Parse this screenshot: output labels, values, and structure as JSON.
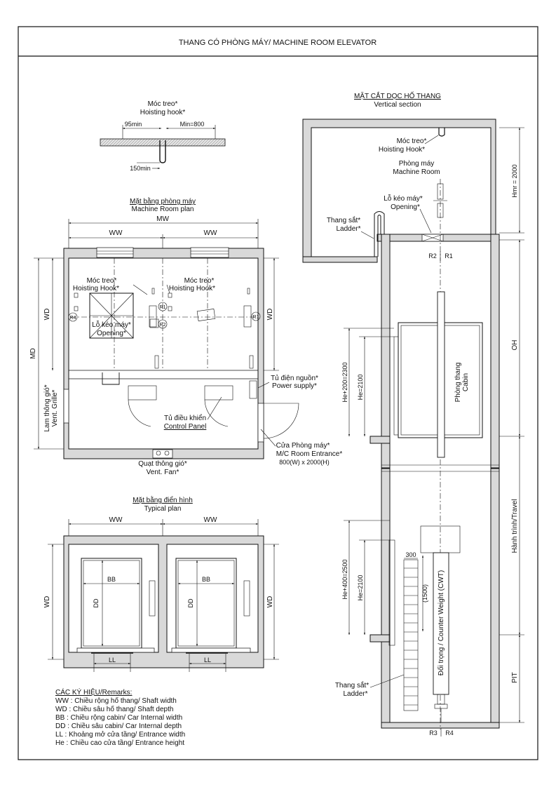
{
  "title": "THANG CÓ PHÒNG MÁY/  MACHINE ROOM ELEVATOR",
  "hook_detail": {
    "label_vi": "Móc treo*",
    "label_en": "Hoisting hook*",
    "dim_left": "95min",
    "dim_right": "Min=800",
    "dim_bottom": "150min"
  },
  "machine_room_plan": {
    "title_vi": "Mặt bằng phòng máy",
    "title_en": "Machine Room plan",
    "dim_mw": "MW",
    "dim_ww_left": "WW",
    "dim_ww_right": "WW",
    "dim_md": "MD",
    "dim_wd_left": "WD",
    "dim_wd_right": "WD",
    "hook_left_vi": "Móc treo*",
    "hook_left_en": "Hoisting Hook*",
    "hook_right_vi": "Móc treo*",
    "hook_right_en": "Hoisting Hook*",
    "opening_vi": "Lỗ kéo máy*",
    "opening_en": "Opening*",
    "r1a": "R1",
    "r2": "R2",
    "r4": "R4",
    "r1b": "R1",
    "power_vi": "Tủ điện nguồn*",
    "power_en": "Power supply*",
    "control_vi": "Tủ điều khiển",
    "control_en": "Control Panel",
    "vent_grille_vi": "Lam thông gió*",
    "vent_grille_en": "Vent. Grille*",
    "vent_fan_vi": "Quạt thông gió*",
    "vent_fan_en": "Vent. Fan*",
    "door_vi": "Cửa Phòng máy*",
    "door_en": "M/C Room Entrance*",
    "door_size": "800(W) x 2000(H)"
  },
  "typical_plan": {
    "title_vi": "Mặt bằng điển hình",
    "title_en": "Typical plan",
    "dim_ww_left": "WW",
    "dim_ww_right": "WW",
    "dim_wd_left": "WD",
    "dim_wd_right": "WD",
    "bb_left": "BB",
    "bb_right": "BB",
    "dd_left": "DD",
    "dd_right": "DD",
    "ll_left": "LL",
    "ll_right": "LL"
  },
  "remarks": {
    "heading": "CÁC KÝ HIỆU/Remarks:",
    "items": [
      "WW : Chiều rộng hố thang/ Shaft width",
      "WD : Chiều sâu hố thang/ Shaft depth",
      "BB  : Chiều rộng cabin/ Car Internal width",
      "DD  : Chiều sâu cabin/ Car Internal depth",
      "LL   : Khoảng mở cửa tầng/ Entrance width",
      "He   : Chiều cao cửa tầng/ Entrance height"
    ]
  },
  "vertical_section": {
    "title_vi": "MẶT CẮT DỌC HỐ THANG",
    "title_en": "Vertical section",
    "hook_vi": "Móc treo*",
    "hook_en": "Hoisting Hook*",
    "room_vi": "Phòng máy",
    "room_en": "Machine Room",
    "opening_vi": "Lỗ kéo máy*",
    "opening_en": "Opening*",
    "ladder_top_vi": "Thang sắt*",
    "ladder_top_en": "Ladder*",
    "r2": "R2",
    "r1": "R1",
    "r3": "R3",
    "r4": "R4",
    "hmr": "Hmr = 2000",
    "oh": "OH",
    "travel": "Hành trình/Travel",
    "pit": "PIT",
    "he200": "He+200=2300",
    "he2100_top": "He=2100",
    "he400": "He+400=2500",
    "he2100_bottom": "He=2100",
    "cabin_vi": "Phòng thang",
    "cabin_en": "Cabin",
    "cwt": "Đối trọng / Counter Weight (CWT)",
    "cwt_dim": "(1500)",
    "dim_300": "300",
    "ladder_bottom_vi": "Thang sắt*",
    "ladder_bottom_en": "Ladder*"
  }
}
